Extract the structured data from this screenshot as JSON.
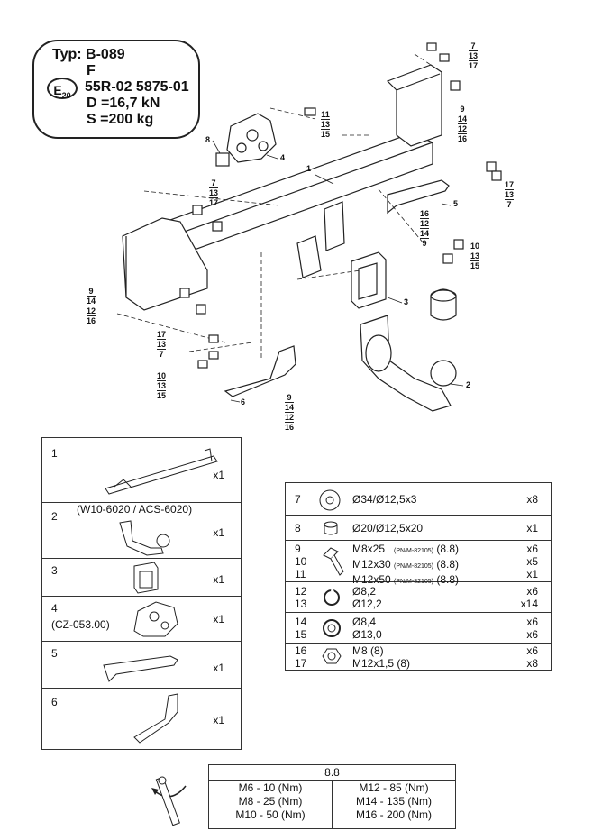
{
  "spec": {
    "typ": "Typ: B-089",
    "f": "F",
    "approval_mark": "E",
    "approval_num": "20",
    "approval_code": "55R-02 5875-01",
    "d_value": "D =16,7 kN",
    "s_value": "S =200 kg"
  },
  "callouts": {
    "c1": "1",
    "c2": "2",
    "c3": "3",
    "c4": "4",
    "c5": "5",
    "c6": "6",
    "c8": "8",
    "top_right": [
      "7",
      "13",
      "17"
    ],
    "bolt_group_top": [
      "11",
      "13",
      "15"
    ],
    "right_bolt": [
      "9",
      "14",
      "12",
      "16"
    ],
    "right_nuts": [
      "17",
      "13",
      "7"
    ],
    "left_nuts": [
      "7",
      "13",
      "17"
    ],
    "mid_bolt": [
      "16",
      "12",
      "14",
      "9"
    ],
    "right_bolts10": [
      "10",
      "13",
      "15"
    ],
    "left_bolt": [
      "9",
      "14",
      "12",
      "16"
    ],
    "left_lower": [
      "17",
      "13",
      "7"
    ],
    "left_bolts10": [
      "10",
      "13",
      "15"
    ],
    "bottom_bolt": [
      "9",
      "14",
      "12",
      "16"
    ]
  },
  "parts": [
    {
      "num": "1",
      "sub": "",
      "qty": "x1"
    },
    {
      "num": "2",
      "sub": "(W10-6020 / ACS-6020)",
      "qty": "x1"
    },
    {
      "num": "3",
      "sub": "",
      "qty": "x1"
    },
    {
      "num": "4",
      "sub": "(CZ-053.00)",
      "qty": "x1"
    },
    {
      "num": "5",
      "sub": "",
      "qty": "x1"
    },
    {
      "num": "6",
      "sub": "",
      "qty": "x1"
    }
  ],
  "hardware": [
    {
      "nums": [
        "7"
      ],
      "desc": [
        "Ø34/Ø12,5x3"
      ],
      "qty": [
        "x8"
      ]
    },
    {
      "nums": [
        "8"
      ],
      "desc": [
        "Ø20/Ø12,5x20"
      ],
      "qty": [
        "x1"
      ]
    },
    {
      "nums": [
        "9",
        "10",
        "11"
      ],
      "desc": [
        "M8x25",
        "M12x30",
        "M12x50"
      ],
      "pn": [
        "(PN/M-82105)",
        "(PN/M-82105)",
        "(PN/M-82105)"
      ],
      "grade": [
        "(8.8)",
        "(8.8)",
        "(8.8)"
      ],
      "qty": [
        "x6",
        "x5",
        "x1"
      ]
    },
    {
      "nums": [
        "12",
        "13"
      ],
      "desc": [
        "Ø8,2",
        "Ø12,2"
      ],
      "qty": [
        "x6",
        "x14"
      ]
    },
    {
      "nums": [
        "14",
        "15"
      ],
      "desc": [
        "Ø8,4",
        "Ø13,0"
      ],
      "qty": [
        "x6",
        "x6"
      ]
    },
    {
      "nums": [
        "16",
        "17"
      ],
      "desc": [
        "M8 (8)",
        "M12x1,5 (8)"
      ],
      "qty": [
        "x6",
        "x8"
      ]
    }
  ],
  "torque": {
    "header": "8.8",
    "left": [
      "M6  -  10 (Nm)",
      "M8  -  25 (Nm)",
      "M10  -  50 (Nm)"
    ],
    "right": [
      "M12  -  85 (Nm)",
      "M14  -  135 (Nm)",
      "M16  -  200 (Nm)"
    ]
  }
}
